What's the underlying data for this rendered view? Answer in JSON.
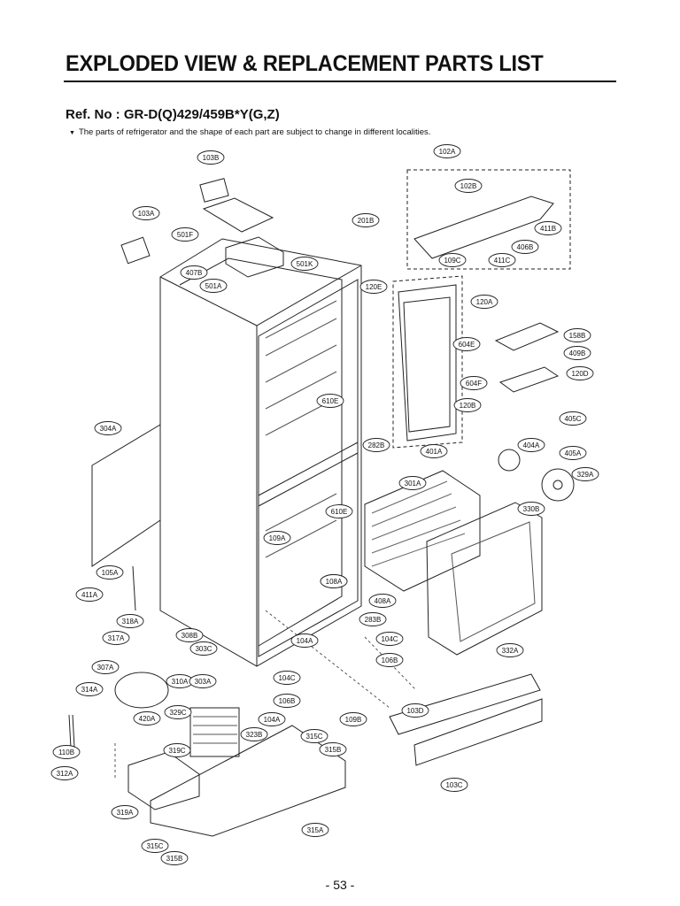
{
  "header": {
    "title": "EXPLODED VIEW & REPLACEMENT PARTS LIST",
    "ref_no": "Ref. No : GR-D(Q)429/459B*Y(G,Z)",
    "note": "The parts of refrigerator and the shape of each part are subject to change in different localities."
  },
  "footer": {
    "page_number": "- 53 -"
  },
  "part_labels": [
    "103B",
    "103A",
    "501F",
    "407B",
    "501A",
    "501K",
    "201B",
    "102A",
    "102B",
    "411B",
    "406B",
    "109C",
    "411C",
    "120E",
    "120A",
    "604E",
    "604F",
    "120B",
    "158B",
    "409B",
    "120D",
    "610E",
    "610E",
    "109A",
    "108A",
    "304A",
    "405C",
    "404A",
    "405A",
    "329A",
    "282B",
    "401A",
    "301A",
    "330B",
    "105A",
    "411A",
    "318A",
    "317A",
    "308B",
    "303C",
    "307A",
    "310A",
    "303A",
    "314A",
    "420A",
    "329C",
    "104C",
    "106B",
    "104A",
    "323B",
    "108A",
    "283B",
    "104C",
    "106B",
    "104A",
    "408A",
    "332A",
    "109B",
    "103D",
    "103C",
    "110B",
    "319C",
    "315C",
    "315B",
    "312A",
    "319A",
    "315A",
    "315C",
    "315B"
  ]
}
